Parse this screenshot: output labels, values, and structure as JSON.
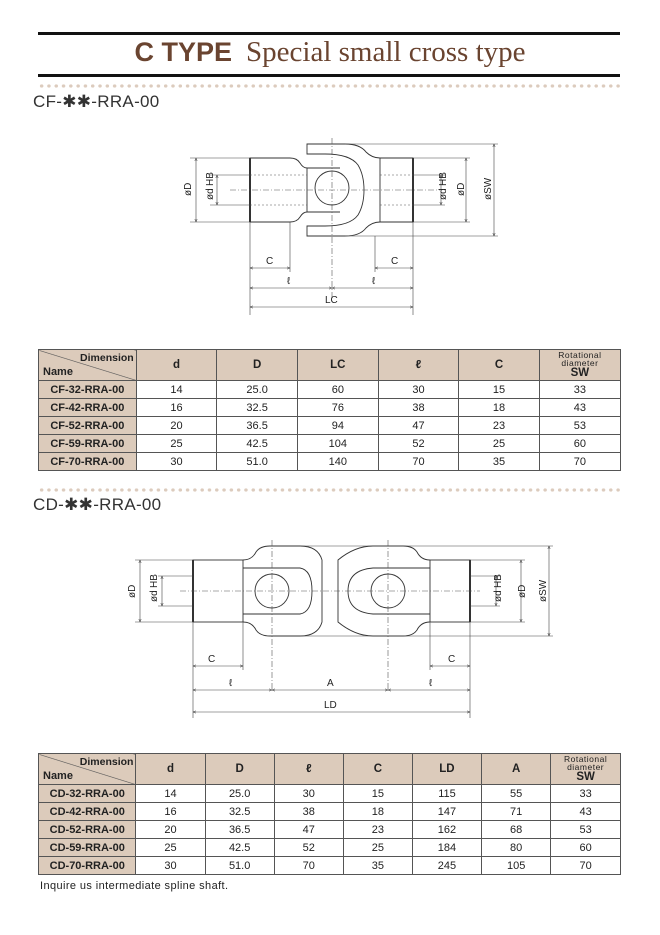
{
  "header": {
    "title_bold": "C TYPE",
    "title_rest": "Special small cross type"
  },
  "colors": {
    "title": "#6a4430",
    "table_header": "#dccbbb",
    "dots": "#dccbbd"
  },
  "cf": {
    "heading": "CF-✱✱-RRA-00",
    "diagram": {
      "D": "øD",
      "d": "ød",
      "hb": "HB",
      "SW": "øSW",
      "C": "C",
      "l": "ℓ",
      "LC": "LC"
    },
    "table": {
      "dimension": "Dimension",
      "name": "Name",
      "rot_line1": "Rotational",
      "rot_line2": "diameter",
      "columns": [
        "d",
        "D",
        "LC",
        "ℓ",
        "C",
        "SW"
      ],
      "rows": [
        [
          "CF-32-RRA-00",
          "14",
          "25.0",
          "60",
          "30",
          "15",
          "33"
        ],
        [
          "CF-42-RRA-00",
          "16",
          "32.5",
          "76",
          "38",
          "18",
          "43"
        ],
        [
          "CF-52-RRA-00",
          "20",
          "36.5",
          "94",
          "47",
          "23",
          "53"
        ],
        [
          "CF-59-RRA-00",
          "25",
          "42.5",
          "104",
          "52",
          "25",
          "60"
        ],
        [
          "CF-70-RRA-00",
          "30",
          "51.0",
          "140",
          "70",
          "35",
          "70"
        ]
      ]
    }
  },
  "cd": {
    "heading": "CD-✱✱-RRA-00",
    "diagram": {
      "D": "øD",
      "d": "ød",
      "hb": "HB",
      "SW": "øSW",
      "C": "C",
      "l": "ℓ",
      "A": "A",
      "LD": "LD"
    },
    "table": {
      "dimension": "Dimension",
      "name": "Name",
      "rot_line1": "Rotational",
      "rot_line2": "diameter",
      "columns": [
        "d",
        "D",
        "ℓ",
        "C",
        "LD",
        "A",
        "SW"
      ],
      "rows": [
        [
          "CD-32-RRA-00",
          "14",
          "25.0",
          "30",
          "15",
          "115",
          "55",
          "33"
        ],
        [
          "CD-42-RRA-00",
          "16",
          "32.5",
          "38",
          "18",
          "147",
          "71",
          "43"
        ],
        [
          "CD-52-RRA-00",
          "20",
          "36.5",
          "47",
          "23",
          "162",
          "68",
          "53"
        ],
        [
          "CD-59-RRA-00",
          "25",
          "42.5",
          "52",
          "25",
          "184",
          "80",
          "60"
        ],
        [
          "CD-70-RRA-00",
          "30",
          "51.0",
          "70",
          "35",
          "245",
          "105",
          "70"
        ]
      ]
    }
  },
  "note": "Inquire us intermediate spline shaft."
}
